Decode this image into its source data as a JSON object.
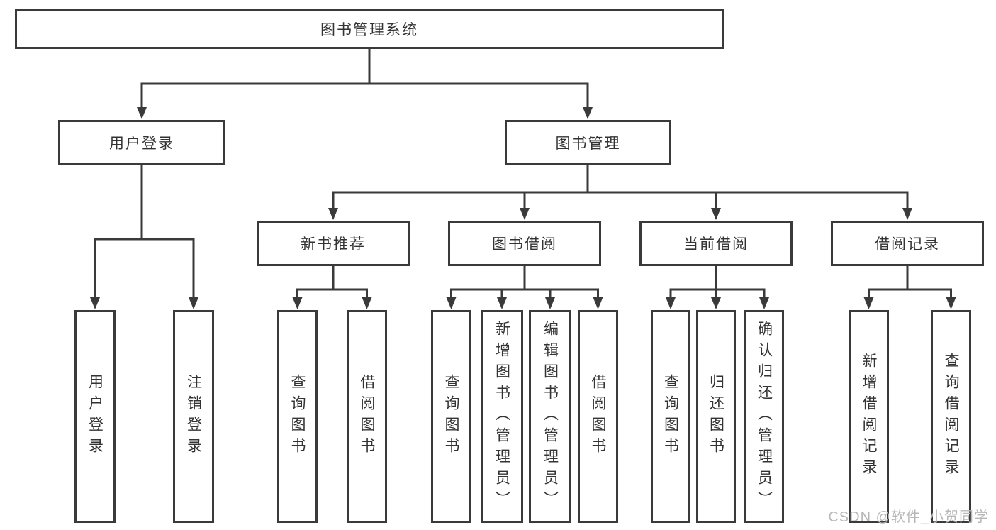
{
  "diagram": {
    "type": "function-structure-tree",
    "tree": {
      "root": {
        "label": "图书管理系统",
        "children": [
          {
            "label": "用户登录",
            "children": [
              {
                "label": "用户登录"
              },
              {
                "label": "注销登录"
              }
            ]
          },
          {
            "label": "图书管理",
            "children": [
              {
                "label": "新书推荐",
                "children": [
                  {
                    "label": "查询图书"
                  },
                  {
                    "label": "借阅图书"
                  }
                ]
              },
              {
                "label": "图书借阅",
                "children": [
                  {
                    "label": "查询图书"
                  },
                  {
                    "label": "新增图书（管理员）"
                  },
                  {
                    "label": "编辑图书（管理员）"
                  },
                  {
                    "label": "借阅图书"
                  }
                ]
              },
              {
                "label": "当前借阅",
                "children": [
                  {
                    "label": "查询图书"
                  },
                  {
                    "label": "归还图书"
                  },
                  {
                    "label": "确认归还（管理员）"
                  }
                ]
              },
              {
                "label": "借阅记录",
                "children": [
                  {
                    "label": "新增借阅记录"
                  },
                  {
                    "label": "查询借阅记录"
                  }
                ]
              }
            ]
          }
        ]
      }
    },
    "colors": {
      "line": "#3a3a3a",
      "text": "#333333",
      "background": "#ffffff",
      "watermark": "#b7b7b7"
    },
    "watermark": "CSDN @软件_小贺同学"
  }
}
